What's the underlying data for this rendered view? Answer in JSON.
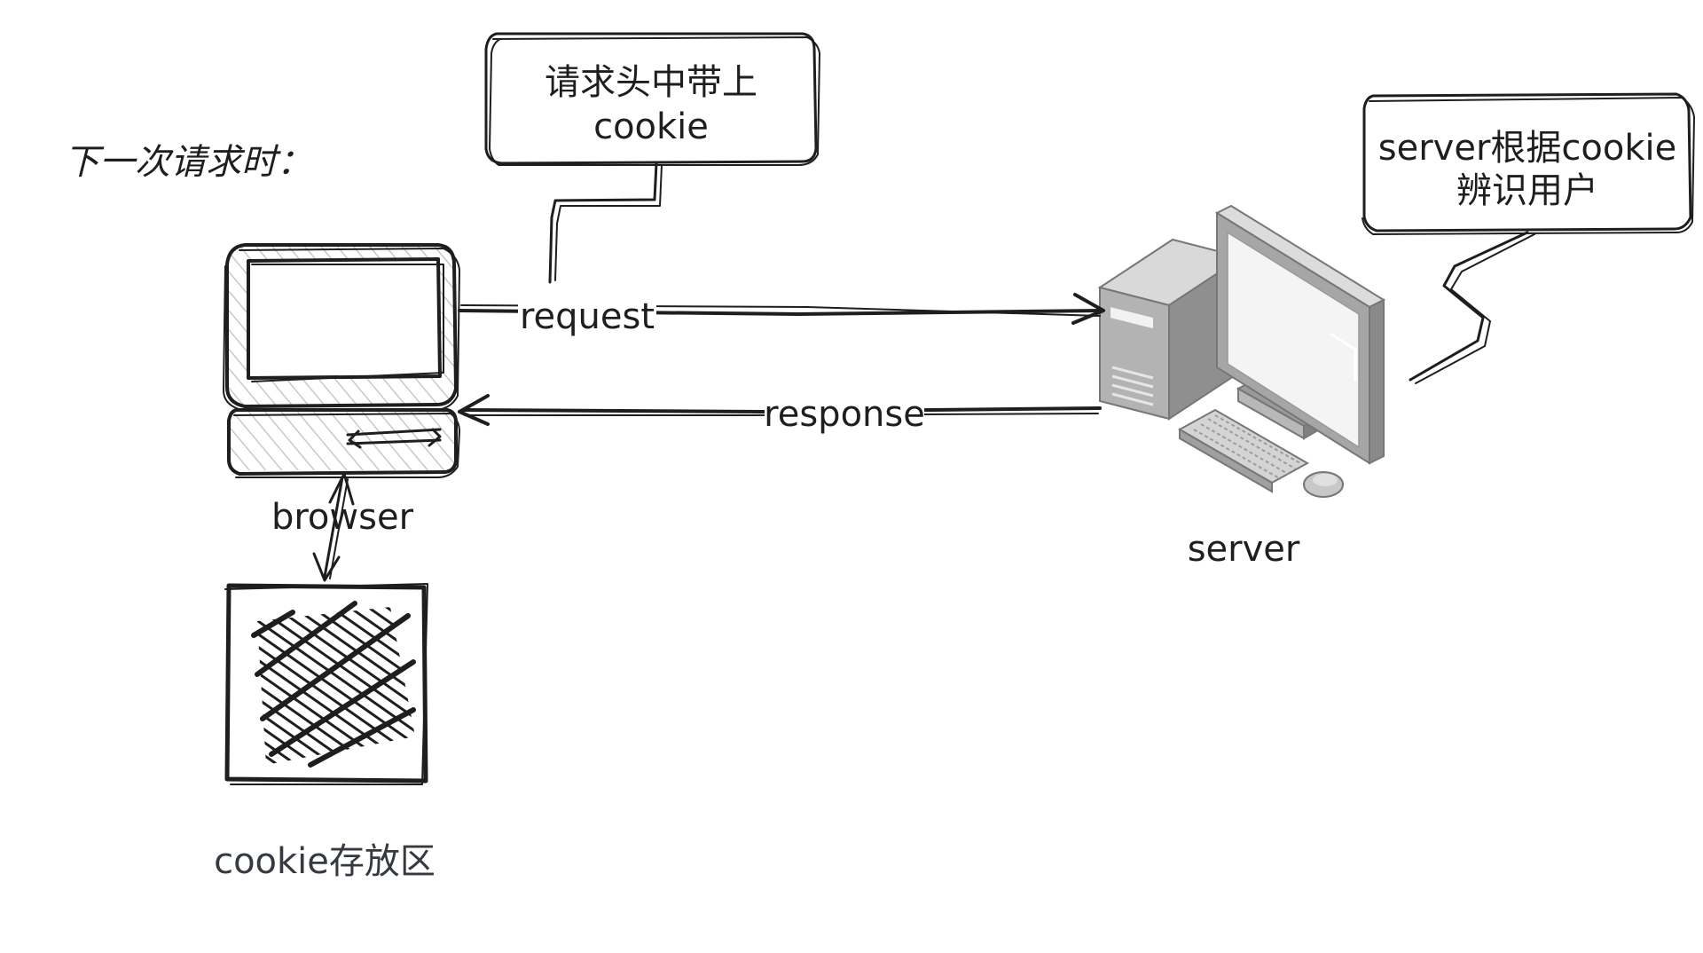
{
  "heading": "下一次请求时：",
  "callout_request": {
    "line1": "请求头中带上",
    "line2": "cookie"
  },
  "callout_server": {
    "line1": "server根据cookie",
    "line2": "辨识用户"
  },
  "labels": {
    "request": "request",
    "response": "response",
    "browser": "browser",
    "server": "server",
    "cookie_store": "cookie存放区"
  },
  "icons": {
    "browser": "desktop-computer-icon",
    "server": "server-workstation-icon",
    "cookie_store": "storage-box-icon"
  },
  "colors": {
    "ink": "#1e1e1e",
    "cookie_label": "#343a40",
    "hatch": "#c8c8c8",
    "server_body": "#9a9a9a",
    "server_screen": "#f4f4f4"
  }
}
